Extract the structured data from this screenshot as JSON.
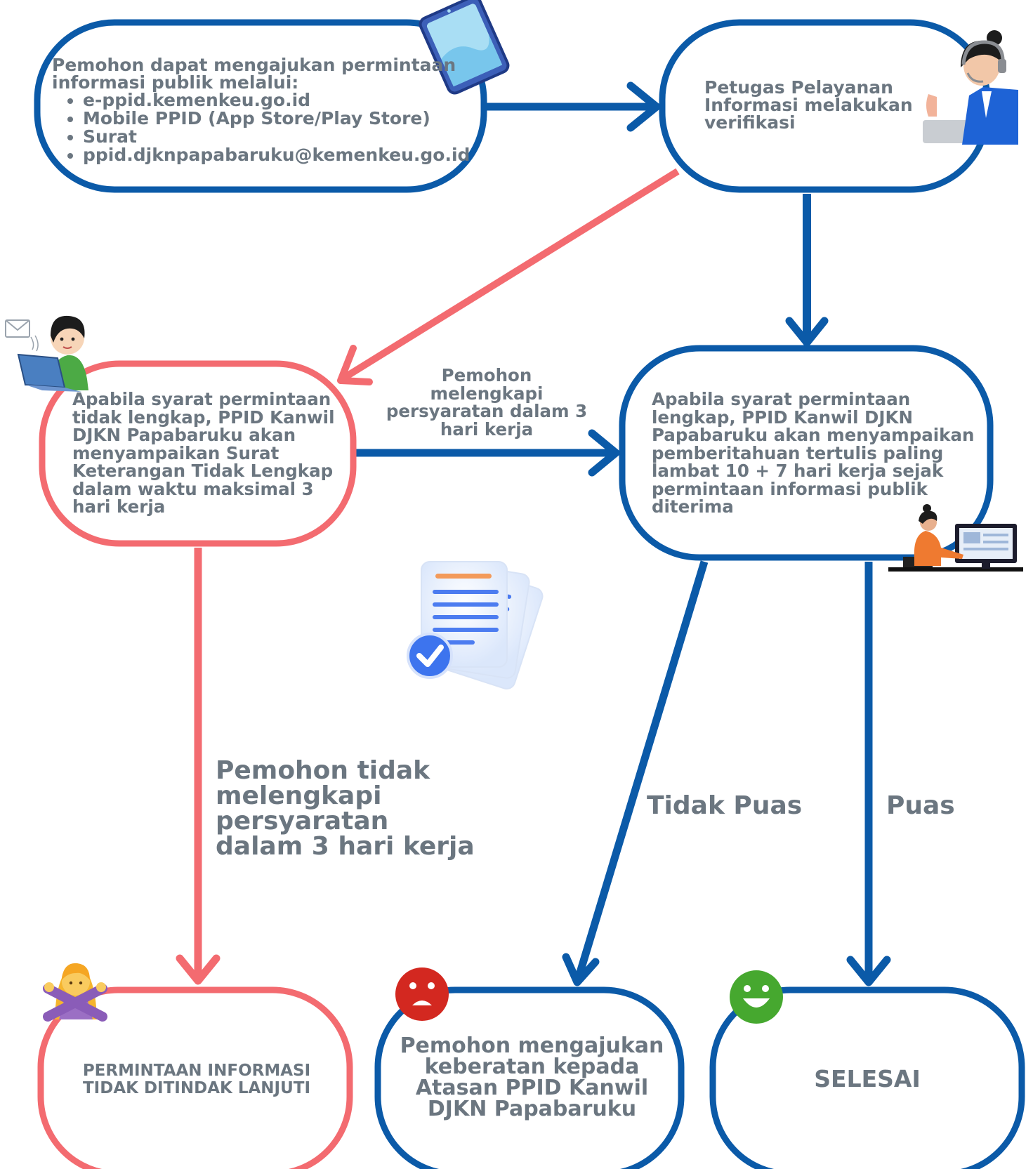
{
  "colors": {
    "blue": "#0b5aa8",
    "red": "#f36b70",
    "text": "#6b7680"
  },
  "nodes": {
    "start": {
      "intro": "Pemohon dapat mengajukan permintaan informasi publik melalui:",
      "channels": [
        "e-ppid.kemenkeu.go.id",
        "Mobile PPID (App Store/Play Store)",
        "Surat",
        "ppid.djknpapabaruku@kemenkeu.go.id"
      ]
    },
    "verify": "Petugas Pelayanan Informasi melakukan verifikasi",
    "incomplete": "Apabila syarat permintaan tidak lengkap, PPID Kanwil DJKN Papabaruku akan menyampaikan Surat Keterangan Tidak Lengkap dalam waktu maksimal 3 hari kerja",
    "complete": "Apabila syarat permintaan lengkap, PPID Kanwil DJKN Papabaruku akan menyampaikan pemberitahuan tertulis paling lambat 10 + 7 hari kerja sejak permintaan informasi publik diterima",
    "stop": "PERMINTAAN INFORMASI TIDAK DITINDAK LANJUTI",
    "objection": "Pemohon mengajukan keberatan kepada Atasan PPID Kanwil DJKN Papabaruku",
    "done": "SELESAI"
  },
  "edges": {
    "fulfill": "Pemohon melengkapi persyaratan dalam 3 hari kerja",
    "not_fulfill": "Pemohon tidak melengkapi persyaratan dalam 3 hari kerja",
    "not_satisfied": "Tidak Puas",
    "satisfied": "Puas"
  },
  "icons": [
    "smartphone-icon",
    "call-center-agent-icon",
    "person-laptop-icon",
    "woman-computer-icon",
    "documents-check-icon",
    "crossed-arms-person-icon",
    "sad-face-icon",
    "happy-face-icon"
  ]
}
